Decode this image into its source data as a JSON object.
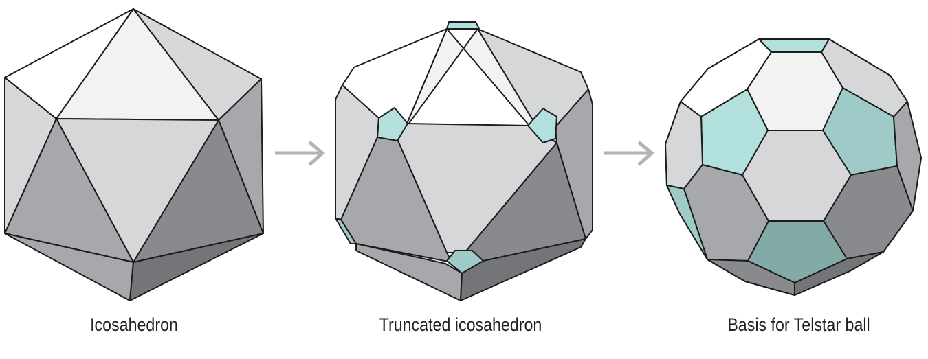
{
  "labels": {
    "icosahedron": "Icosahedron",
    "truncated": "Truncated icosahedron",
    "telstar": "Basis for Telstar ball"
  },
  "colors": {
    "outline": "#1c1c1c",
    "face_white": "#ffffff",
    "face_lightest": "#f2f2f2",
    "face_light": "#d6d7d9",
    "face_mid": "#a7a8ab",
    "face_dark": "#898a8d",
    "face_darker": "#747579",
    "teal_light": "#b2e0dd",
    "teal_mid": "#9ecbc7",
    "teal_dark": "#82aba8",
    "arrow": "#b3b3b3"
  }
}
